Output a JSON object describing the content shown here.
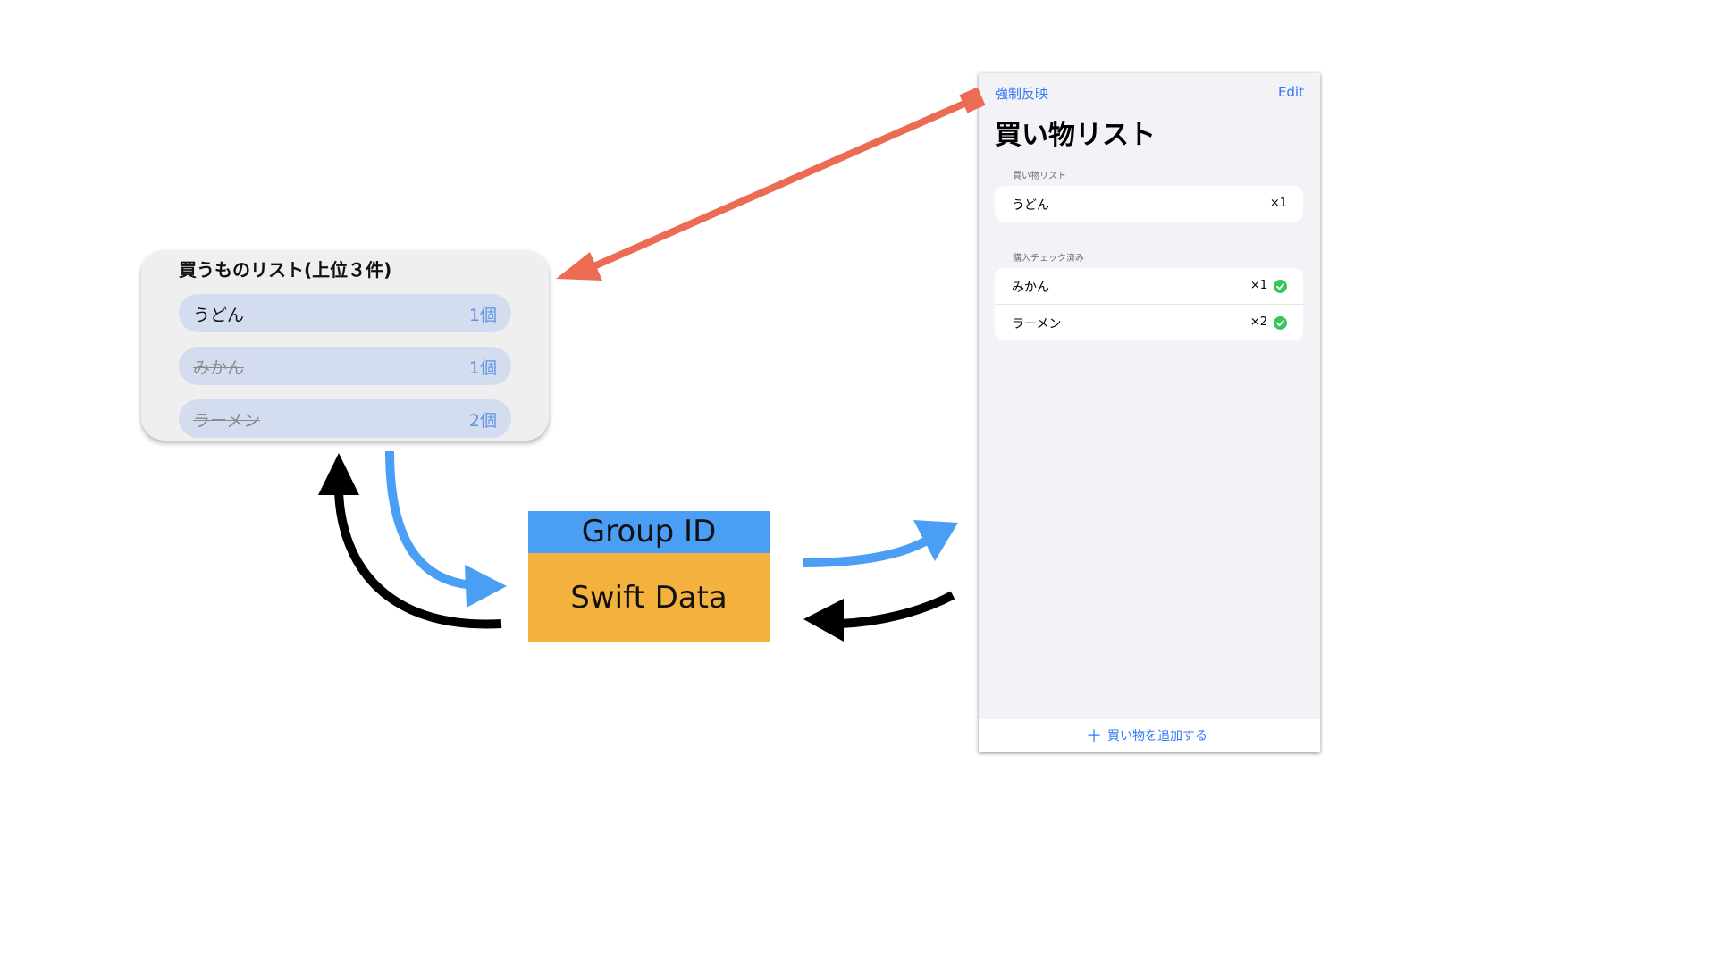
{
  "widget": {
    "title": "買うものリスト(上位３件)",
    "items": [
      {
        "name": "うどん",
        "qty": "1個",
        "done": false
      },
      {
        "name": "みかん",
        "qty": "1個",
        "done": true
      },
      {
        "name": "ラーメン",
        "qty": "2個",
        "done": true
      }
    ]
  },
  "center": {
    "group_label": "Group ID",
    "data_label": "Swift Data"
  },
  "app": {
    "nav_left": "強制反映",
    "nav_right": "Edit",
    "title": "買い物リスト",
    "section1_header": "買い物リスト",
    "section1_items": [
      {
        "name": "うどん",
        "qty": "×1"
      }
    ],
    "section2_header": "購入チェック済み",
    "section2_items": [
      {
        "name": "みかん",
        "qty": "×1",
        "check_icon": "checkmark-circle-icon"
      },
      {
        "name": "ラーメン",
        "qty": "×2",
        "check_icon": "checkmark-circle-icon"
      }
    ],
    "add_icon": "plus-icon",
    "add_label": "買い物を追加する"
  },
  "colors": {
    "accent_blue": "#3478f6",
    "arrow_blue": "#4a9ff5",
    "arrow_red": "#ec6b53",
    "arrow_black": "#000000",
    "check_green": "#34c759",
    "group_box": "#4a9ff5",
    "data_box": "#f2b23d"
  }
}
